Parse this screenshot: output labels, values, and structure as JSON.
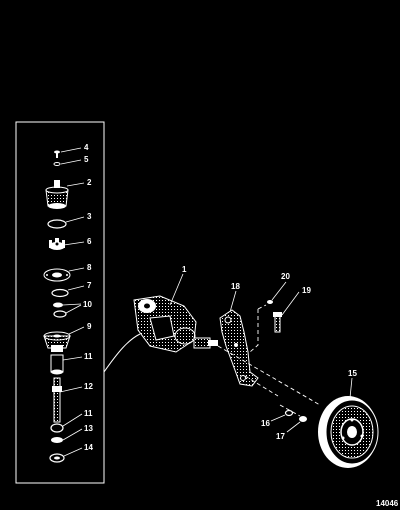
{
  "diagram": {
    "figure_number": "14046",
    "callouts": {
      "c1": "1",
      "c2": "2",
      "c3": "3",
      "c4": "4",
      "c5": "5",
      "c6": "6",
      "c7": "7",
      "c8": "8",
      "c9": "9",
      "c10": "10",
      "c11a": "11",
      "c11b": "11",
      "c12": "12",
      "c13": "13",
      "c14": "14",
      "c15": "15",
      "c16": "16",
      "c17": "17",
      "c18": "18",
      "c19": "19",
      "c20": "20"
    }
  },
  "colors": {
    "background": "#000000",
    "ink": "#ffffff"
  }
}
